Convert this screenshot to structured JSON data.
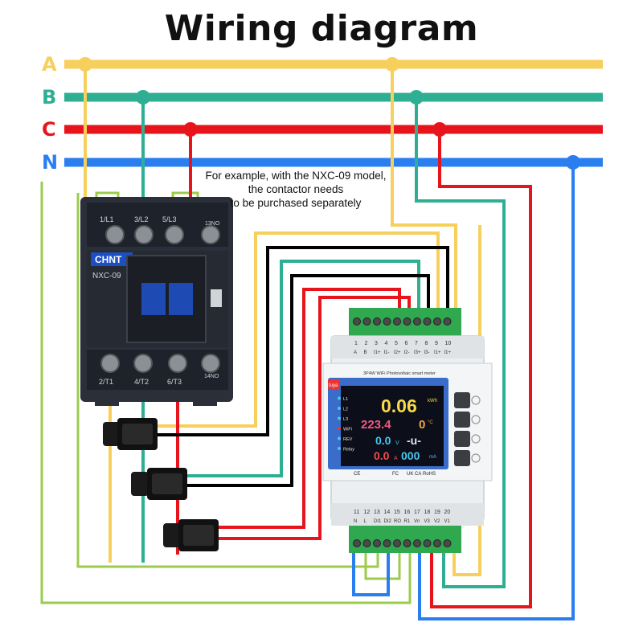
{
  "title": "Wiring diagram",
  "phases": [
    {
      "label": "A",
      "color": "#f6cf5c"
    },
    {
      "label": "B",
      "color": "#2eaf93"
    },
    {
      "label": "C",
      "color": "#e8141c"
    },
    {
      "label": "N",
      "color": "#2a7ef0"
    }
  ],
  "note": {
    "line1": "For example, with the NXC-09 model,",
    "line2": "the contactor needs",
    "line3": "to be purchased separately"
  },
  "contactor": {
    "brand": "CHNT",
    "model": "NXC-09",
    "top_terminals": [
      "1/L1",
      "3/L2",
      "5/L3",
      "13NO"
    ],
    "bottom_terminals": [
      "2/T1",
      "4/T2",
      "6/T3",
      "14NO"
    ]
  },
  "meter": {
    "top_terminal_numbers": [
      "1",
      "2",
      "3",
      "4",
      "5",
      "6",
      "7",
      "8",
      "9",
      "10"
    ],
    "top_terminal_labels": [
      "A",
      "B",
      "I1+",
      "I1-",
      "I2+",
      "I2-",
      "I3+",
      "I3-",
      "I1+",
      "I1+"
    ],
    "bottom_terminal_numbers": [
      "11",
      "12",
      "13",
      "14",
      "15",
      "16",
      "17",
      "18",
      "19",
      "20"
    ],
    "bottom_terminal_labels": [
      "N",
      "L",
      "DI1",
      "DI2",
      "RO",
      "R1",
      "Vn",
      "V3",
      "V2",
      "V1"
    ],
    "header": "3P4W WiFi Photovoltaic smart meter",
    "brand_tag": "tuya",
    "indicators": [
      "L1",
      "L2",
      "L3",
      "WiFi",
      "REV",
      "Relay"
    ],
    "display": {
      "energy": "0.06",
      "energy_unit": "kWh",
      "voltage_reading": "223.4",
      "temperature": "0",
      "temperature_unit": "°C",
      "volt": "0.0",
      "volt_unit": "V",
      "dash": "-u-",
      "amp": "0.0",
      "amp_unit": "A",
      "milliamp": "000",
      "milliamp_unit": "mA"
    },
    "cert_marks": [
      "CE",
      "FC",
      "UK CA",
      "RoHS"
    ]
  },
  "colors": {
    "black_wire": "#000000",
    "light_green_wire": "#9ccb4d",
    "contactor_body": "#2b2f3a",
    "meter_body": "#eceff1",
    "terminal_green": "#2fa84f",
    "button_dark": "#3a3d42"
  }
}
